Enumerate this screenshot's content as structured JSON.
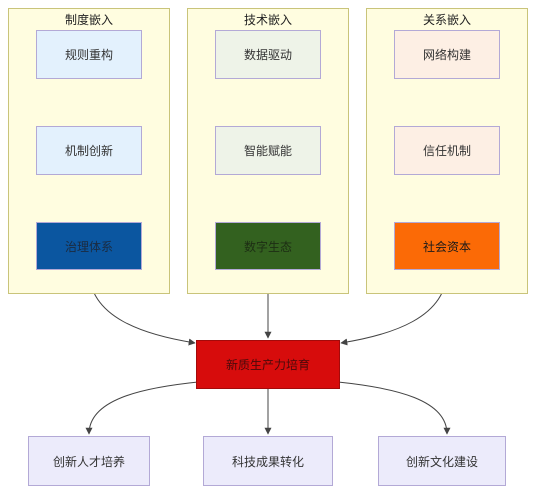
{
  "panels": [
    {
      "title": "制度嵌入",
      "nodes": [
        "规则重构",
        "机制创新",
        "治理体系"
      ]
    },
    {
      "title": "技术嵌入",
      "nodes": [
        "数据驱动",
        "智能赋能",
        "数字生态"
      ]
    },
    {
      "title": "关系嵌入",
      "nodes": [
        "网络构建",
        "信任机制",
        "社会资本"
      ]
    }
  ],
  "center": {
    "label": "新质生产力培育"
  },
  "outputs": [
    "创新人才培养",
    "科技成果转化",
    "创新文化建设"
  ],
  "colors": {
    "panel_bg": "#fffde0",
    "panel1_light": "#e3f1fd",
    "panel2_light": "#eef3e8",
    "panel3_light": "#fdefe4",
    "panel1_dark": "#0b56a0",
    "panel2_dark": "#33611f",
    "panel3_dark": "#fb6a06",
    "center": "#d70c0c",
    "output_bg": "#ecebfb"
  }
}
